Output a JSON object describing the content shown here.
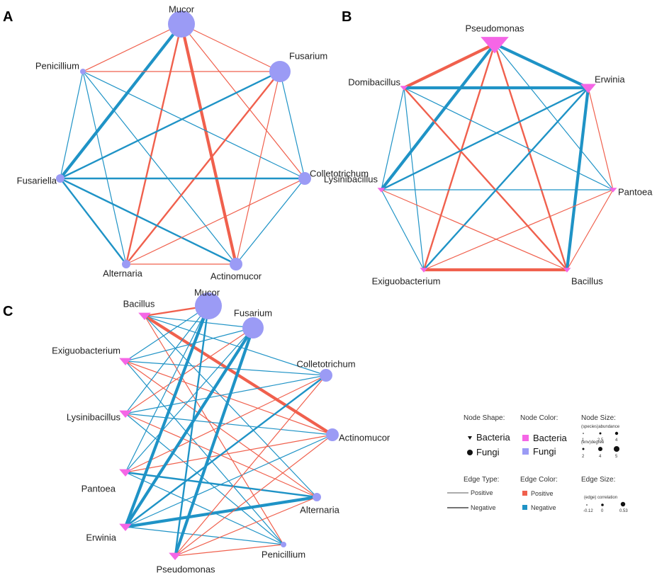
{
  "colors": {
    "positive": "#f0604d",
    "negative": "#1f93c6",
    "bacteria": "#f566e6",
    "fungi": "#9b9bf5"
  },
  "panels": [
    {
      "letter": "A",
      "nodes": [
        {
          "id": "Mucor",
          "type": "fungi",
          "size": "xl"
        },
        {
          "id": "Fusarium",
          "type": "fungi",
          "size": "lg"
        },
        {
          "id": "Colletotrichum",
          "type": "fungi",
          "size": "md"
        },
        {
          "id": "Actinomucor",
          "type": "fungi",
          "size": "md"
        },
        {
          "id": "Alternaria",
          "type": "fungi",
          "size": "sm"
        },
        {
          "id": "Fusariella",
          "type": "fungi",
          "size": "sm"
        },
        {
          "id": "Penicillium",
          "type": "fungi",
          "size": "xs"
        }
      ],
      "edges": [
        [
          "Mucor",
          "Penicillium",
          "positive",
          "thin"
        ],
        [
          "Mucor",
          "Fusarium",
          "positive",
          "thin"
        ],
        [
          "Mucor",
          "Fusariella",
          "negative",
          "thick"
        ],
        [
          "Mucor",
          "Alternaria",
          "positive",
          "med"
        ],
        [
          "Mucor",
          "Actinomucor",
          "positive",
          "thick"
        ],
        [
          "Mucor",
          "Colletotrichum",
          "positive",
          "thin"
        ],
        [
          "Penicillium",
          "Fusarium",
          "positive",
          "thin"
        ],
        [
          "Penicillium",
          "Fusariella",
          "negative",
          "thin"
        ],
        [
          "Penicillium",
          "Alternaria",
          "negative",
          "thin"
        ],
        [
          "Penicillium",
          "Actinomucor",
          "negative",
          "thin"
        ],
        [
          "Penicillium",
          "Colletotrichum",
          "negative",
          "thin"
        ],
        [
          "Fusarium",
          "Fusariella",
          "negative",
          "med"
        ],
        [
          "Fusarium",
          "Alternaria",
          "positive",
          "med"
        ],
        [
          "Fusarium",
          "Actinomucor",
          "positive",
          "thin"
        ],
        [
          "Fusarium",
          "Colletotrichum",
          "negative",
          "thin"
        ],
        [
          "Fusariella",
          "Colletotrichum",
          "negative",
          "med"
        ],
        [
          "Fusariella",
          "Alternaria",
          "negative",
          "med"
        ],
        [
          "Fusariella",
          "Actinomucor",
          "negative",
          "med"
        ],
        [
          "Alternaria",
          "Colletotrichum",
          "positive",
          "thin"
        ],
        [
          "Alternaria",
          "Actinomucor",
          "positive",
          "thin"
        ],
        [
          "Actinomucor",
          "Colletotrichum",
          "negative",
          "thin"
        ]
      ]
    },
    {
      "letter": "B",
      "nodes": [
        {
          "id": "Pseudomonas",
          "type": "bacteria",
          "size": "xl"
        },
        {
          "id": "Erwinia",
          "type": "bacteria",
          "size": "md"
        },
        {
          "id": "Pantoea",
          "type": "bacteria",
          "size": "xs"
        },
        {
          "id": "Bacillus",
          "type": "bacteria",
          "size": "xs"
        },
        {
          "id": "Exiguobacterium",
          "type": "bacteria",
          "size": "xs"
        },
        {
          "id": "Lysinibacillus",
          "type": "bacteria",
          "size": "xs"
        },
        {
          "id": "Domibacillus",
          "type": "bacteria",
          "size": "xs"
        }
      ],
      "edges": [
        [
          "Pseudomonas",
          "Domibacillus",
          "positive",
          "thick"
        ],
        [
          "Pseudomonas",
          "Erwinia",
          "negative",
          "thick"
        ],
        [
          "Pseudomonas",
          "Lysinibacillus",
          "negative",
          "thick"
        ],
        [
          "Pseudomonas",
          "Exiguobacterium",
          "positive",
          "med"
        ],
        [
          "Pseudomonas",
          "Bacillus",
          "positive",
          "med"
        ],
        [
          "Pseudomonas",
          "Pantoea",
          "negative",
          "thin"
        ],
        [
          "Domibacillus",
          "Erwinia",
          "negative",
          "thick"
        ],
        [
          "Domibacillus",
          "Lysinibacillus",
          "negative",
          "thin"
        ],
        [
          "Domibacillus",
          "Exiguobacterium",
          "negative",
          "thin"
        ],
        [
          "Domibacillus",
          "Bacillus",
          "positive",
          "med"
        ],
        [
          "Domibacillus",
          "Pantoea",
          "negative",
          "thin"
        ],
        [
          "Erwinia",
          "Lysinibacillus",
          "negative",
          "med"
        ],
        [
          "Erwinia",
          "Exiguobacterium",
          "negative",
          "med"
        ],
        [
          "Erwinia",
          "Bacillus",
          "negative",
          "thick"
        ],
        [
          "Erwinia",
          "Pantoea",
          "positive",
          "thin"
        ],
        [
          "Lysinibacillus",
          "Pantoea",
          "negative",
          "thin"
        ],
        [
          "Lysinibacillus",
          "Exiguobacterium",
          "negative",
          "thin"
        ],
        [
          "Lysinibacillus",
          "Bacillus",
          "positive",
          "thin"
        ],
        [
          "Exiguobacterium",
          "Bacillus",
          "positive",
          "thick"
        ],
        [
          "Exiguobacterium",
          "Pantoea",
          "positive",
          "thin"
        ],
        [
          "Bacillus",
          "Pantoea",
          "positive",
          "thin"
        ]
      ]
    },
    {
      "letter": "C",
      "nodes": [
        {
          "id": "Bacillus",
          "type": "bacteria",
          "size": "sm"
        },
        {
          "id": "Exiguobacterium",
          "type": "bacteria",
          "size": "sm"
        },
        {
          "id": "Lysinibacillus",
          "type": "bacteria",
          "size": "sm"
        },
        {
          "id": "Pantoea",
          "type": "bacteria",
          "size": "sm"
        },
        {
          "id": "Erwinia",
          "type": "bacteria",
          "size": "sm"
        },
        {
          "id": "Pseudomonas",
          "type": "bacteria",
          "size": "sm"
        },
        {
          "id": "Mucor",
          "type": "fungi",
          "size": "xl"
        },
        {
          "id": "Fusarium",
          "type": "fungi",
          "size": "lg"
        },
        {
          "id": "Colletotrichum",
          "type": "fungi",
          "size": "md"
        },
        {
          "id": "Actinomucor",
          "type": "fungi",
          "size": "md"
        },
        {
          "id": "Alternaria",
          "type": "fungi",
          "size": "sm"
        },
        {
          "id": "Penicillium",
          "type": "fungi",
          "size": "xs"
        }
      ],
      "edges": [
        [
          "Bacillus",
          "Mucor",
          "positive",
          "med"
        ],
        [
          "Bacillus",
          "Fusarium",
          "negative",
          "thin"
        ],
        [
          "Bacillus",
          "Colletotrichum",
          "negative",
          "thin"
        ],
        [
          "Bacillus",
          "Actinomucor",
          "positive",
          "thick"
        ],
        [
          "Bacillus",
          "Alternaria",
          "negative",
          "thin"
        ],
        [
          "Bacillus",
          "Penicillium",
          "positive",
          "thin"
        ],
        [
          "Exiguobacterium",
          "Mucor",
          "negative",
          "thin"
        ],
        [
          "Exiguobacterium",
          "Fusarium",
          "negative",
          "thin"
        ],
        [
          "Exiguobacterium",
          "Colletotrichum",
          "negative",
          "thin"
        ],
        [
          "Exiguobacterium",
          "Actinomucor",
          "positive",
          "thin"
        ],
        [
          "Exiguobacterium",
          "Alternaria",
          "positive",
          "thin"
        ],
        [
          "Exiguobacterium",
          "Penicillium",
          "negative",
          "thin"
        ],
        [
          "Lysinibacillus",
          "Mucor",
          "negative",
          "thin"
        ],
        [
          "Lysinibacillus",
          "Fusarium",
          "positive",
          "thin"
        ],
        [
          "Lysinibacillus",
          "Colletotrichum",
          "negative",
          "thin"
        ],
        [
          "Lysinibacillus",
          "Actinomucor",
          "negative",
          "thin"
        ],
        [
          "Lysinibacillus",
          "Alternaria",
          "positive",
          "thin"
        ],
        [
          "Lysinibacillus",
          "Penicillium",
          "negative",
          "thin"
        ],
        [
          "Pantoea",
          "Mucor",
          "negative",
          "thin"
        ],
        [
          "Pantoea",
          "Fusarium",
          "negative",
          "thin"
        ],
        [
          "Pantoea",
          "Colletotrichum",
          "positive",
          "thin"
        ],
        [
          "Pantoea",
          "Actinomucor",
          "positive",
          "thin"
        ],
        [
          "Pantoea",
          "Alternaria",
          "negative",
          "med"
        ],
        [
          "Pantoea",
          "Penicillium",
          "negative",
          "thin"
        ],
        [
          "Erwinia",
          "Mucor",
          "negative",
          "thick"
        ],
        [
          "Erwinia",
          "Fusarium",
          "negative",
          "thick"
        ],
        [
          "Erwinia",
          "Colletotrichum",
          "negative",
          "med"
        ],
        [
          "Erwinia",
          "Actinomucor",
          "negative",
          "thin"
        ],
        [
          "Erwinia",
          "Alternaria",
          "negative",
          "thick"
        ],
        [
          "Erwinia",
          "Penicillium",
          "negative",
          "thin"
        ],
        [
          "Pseudomonas",
          "Mucor",
          "negative",
          "med"
        ],
        [
          "Pseudomonas",
          "Fusarium",
          "negative",
          "thick"
        ],
        [
          "Pseudomonas",
          "Colletotrichum",
          "positive",
          "thin"
        ],
        [
          "Pseudomonas",
          "Actinomucor",
          "positive",
          "thin"
        ],
        [
          "Pseudomonas",
          "Alternaria",
          "positive",
          "thin"
        ],
        [
          "Pseudomonas",
          "Penicillium",
          "positive",
          "thin"
        ]
      ]
    }
  ],
  "legend": {
    "node_shape": {
      "title": "Node Shape:",
      "items": [
        {
          "label": "Bacteria",
          "marker": "triangle"
        },
        {
          "label": "Fungi",
          "marker": "circle"
        }
      ]
    },
    "node_color": {
      "title": "Node Color:",
      "items": [
        {
          "label": "Bacteria",
          "color": "#f566e6"
        },
        {
          "label": "Fungi",
          "color": "#9b9bf5"
        }
      ]
    },
    "node_size": {
      "title": "Node Size:",
      "abundance_caption": "(species)abundance",
      "abundance_ticks": [
        "1",
        "2.5",
        "4"
      ],
      "degree_caption": "(env)degree",
      "degree_ticks": [
        "2",
        "4",
        "5"
      ]
    },
    "edge_type": {
      "title": "Edge Type:",
      "items": [
        {
          "label": "Positive"
        },
        {
          "label": "Negative"
        }
      ]
    },
    "edge_color": {
      "title": "Edge Color:",
      "items": [
        {
          "label": "Positive",
          "color": "#f0604d"
        },
        {
          "label": "Negative",
          "color": "#1f93c6"
        }
      ]
    },
    "edge_size": {
      "title": "Edge Size:",
      "caption": "(edge) correlation",
      "ticks": [
        "-0.12",
        "0",
        "0.53"
      ]
    }
  }
}
